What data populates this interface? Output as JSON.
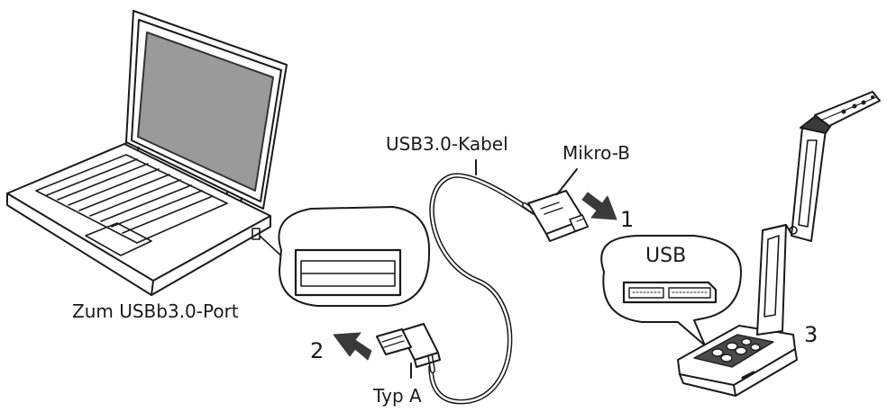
{
  "labels": {
    "cable": "USB3.0-Kabel",
    "micro_b": "Mikro-B",
    "port": "Zum USBb3.0-Port",
    "type_a": "Typ A",
    "usb": "USB"
  },
  "steps": {
    "one": "1",
    "two": "2",
    "three": "3"
  },
  "colors": {
    "line": "#1a1a1a",
    "arrow": "#3a3a3a",
    "screen": "#9a9a9a",
    "background": "#ffffff"
  }
}
